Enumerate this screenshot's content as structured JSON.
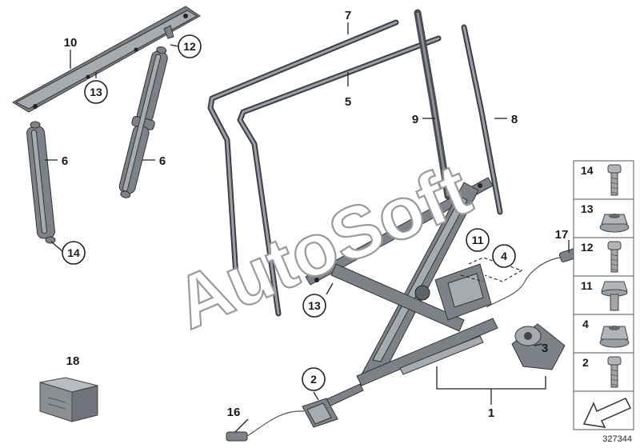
{
  "diagram": {
    "watermark": "AutoSoft",
    "reference_number": "327344",
    "callouts": [
      {
        "id": "c10",
        "label": "10",
        "circled": false
      },
      {
        "id": "c13a",
        "label": "13",
        "circled": true
      },
      {
        "id": "c12a",
        "label": "12",
        "circled": true
      },
      {
        "id": "c6a",
        "label": "6",
        "circled": false
      },
      {
        "id": "c6b",
        "label": "6",
        "circled": false
      },
      {
        "id": "c14a",
        "label": "14",
        "circled": true
      },
      {
        "id": "c7",
        "label": "7",
        "circled": false
      },
      {
        "id": "c5",
        "label": "5",
        "circled": false
      },
      {
        "id": "c9",
        "label": "9",
        "circled": false
      },
      {
        "id": "c8",
        "label": "8",
        "circled": false
      },
      {
        "id": "c11a",
        "label": "11",
        "circled": true
      },
      {
        "id": "c4a",
        "label": "4",
        "circled": true
      },
      {
        "id": "c17",
        "label": "17",
        "circled": false
      },
      {
        "id": "c13b",
        "label": "13",
        "circled": true
      },
      {
        "id": "c2a",
        "label": "2",
        "circled": true
      },
      {
        "id": "c3",
        "label": "3",
        "circled": false
      },
      {
        "id": "c1",
        "label": "1",
        "circled": false
      },
      {
        "id": "c16",
        "label": "16",
        "circled": false
      },
      {
        "id": "c18",
        "label": "18",
        "circled": false
      }
    ],
    "parts_panel": [
      {
        "label": "14",
        "icon": "screw-icon"
      },
      {
        "label": "13",
        "icon": "flange-nut-icon"
      },
      {
        "label": "12",
        "icon": "screw-icon"
      },
      {
        "label": "11",
        "icon": "hex-bolt-icon"
      },
      {
        "label": "4",
        "icon": "nut-icon"
      },
      {
        "label": "2",
        "icon": "screw-icon"
      }
    ],
    "panel_footer_icon": "arrow-icon"
  }
}
